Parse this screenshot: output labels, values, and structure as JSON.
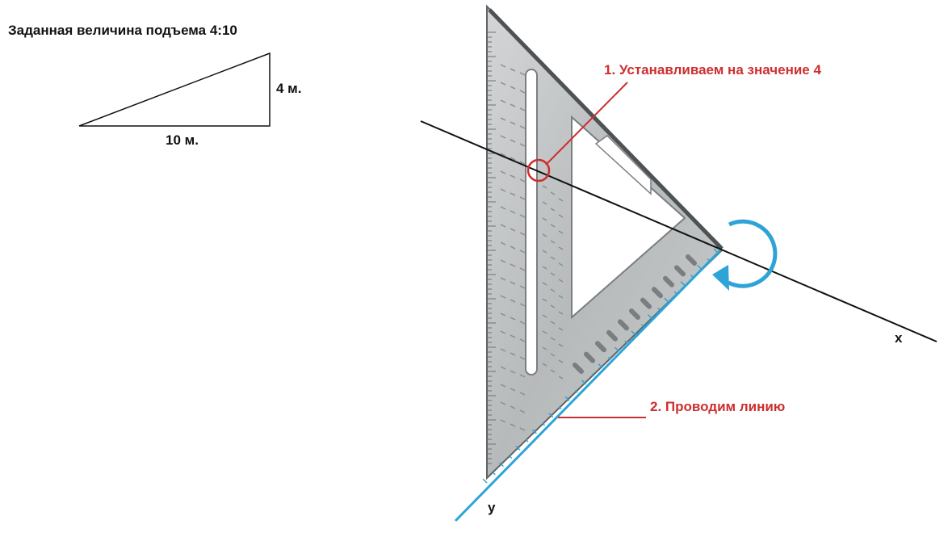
{
  "title": "Заданная величина подъема  4:10",
  "triangle": {
    "height_label": "4 м.",
    "width_label": "10 м."
  },
  "steps": {
    "step1": "1. Устанавливаем на значение 4",
    "step2": "2. Проводим линию"
  },
  "axes": {
    "x_label": "x",
    "y_label": "y"
  },
  "colors": {
    "annotation_red": "#cc2f2f",
    "line_blue": "#2ea4d6",
    "ruler_metal": "#bfc2c4",
    "ruler_edge": "#5f6366",
    "text_dark": "#111111"
  },
  "icons": {
    "rotate": "rotate-arrow-icon"
  }
}
